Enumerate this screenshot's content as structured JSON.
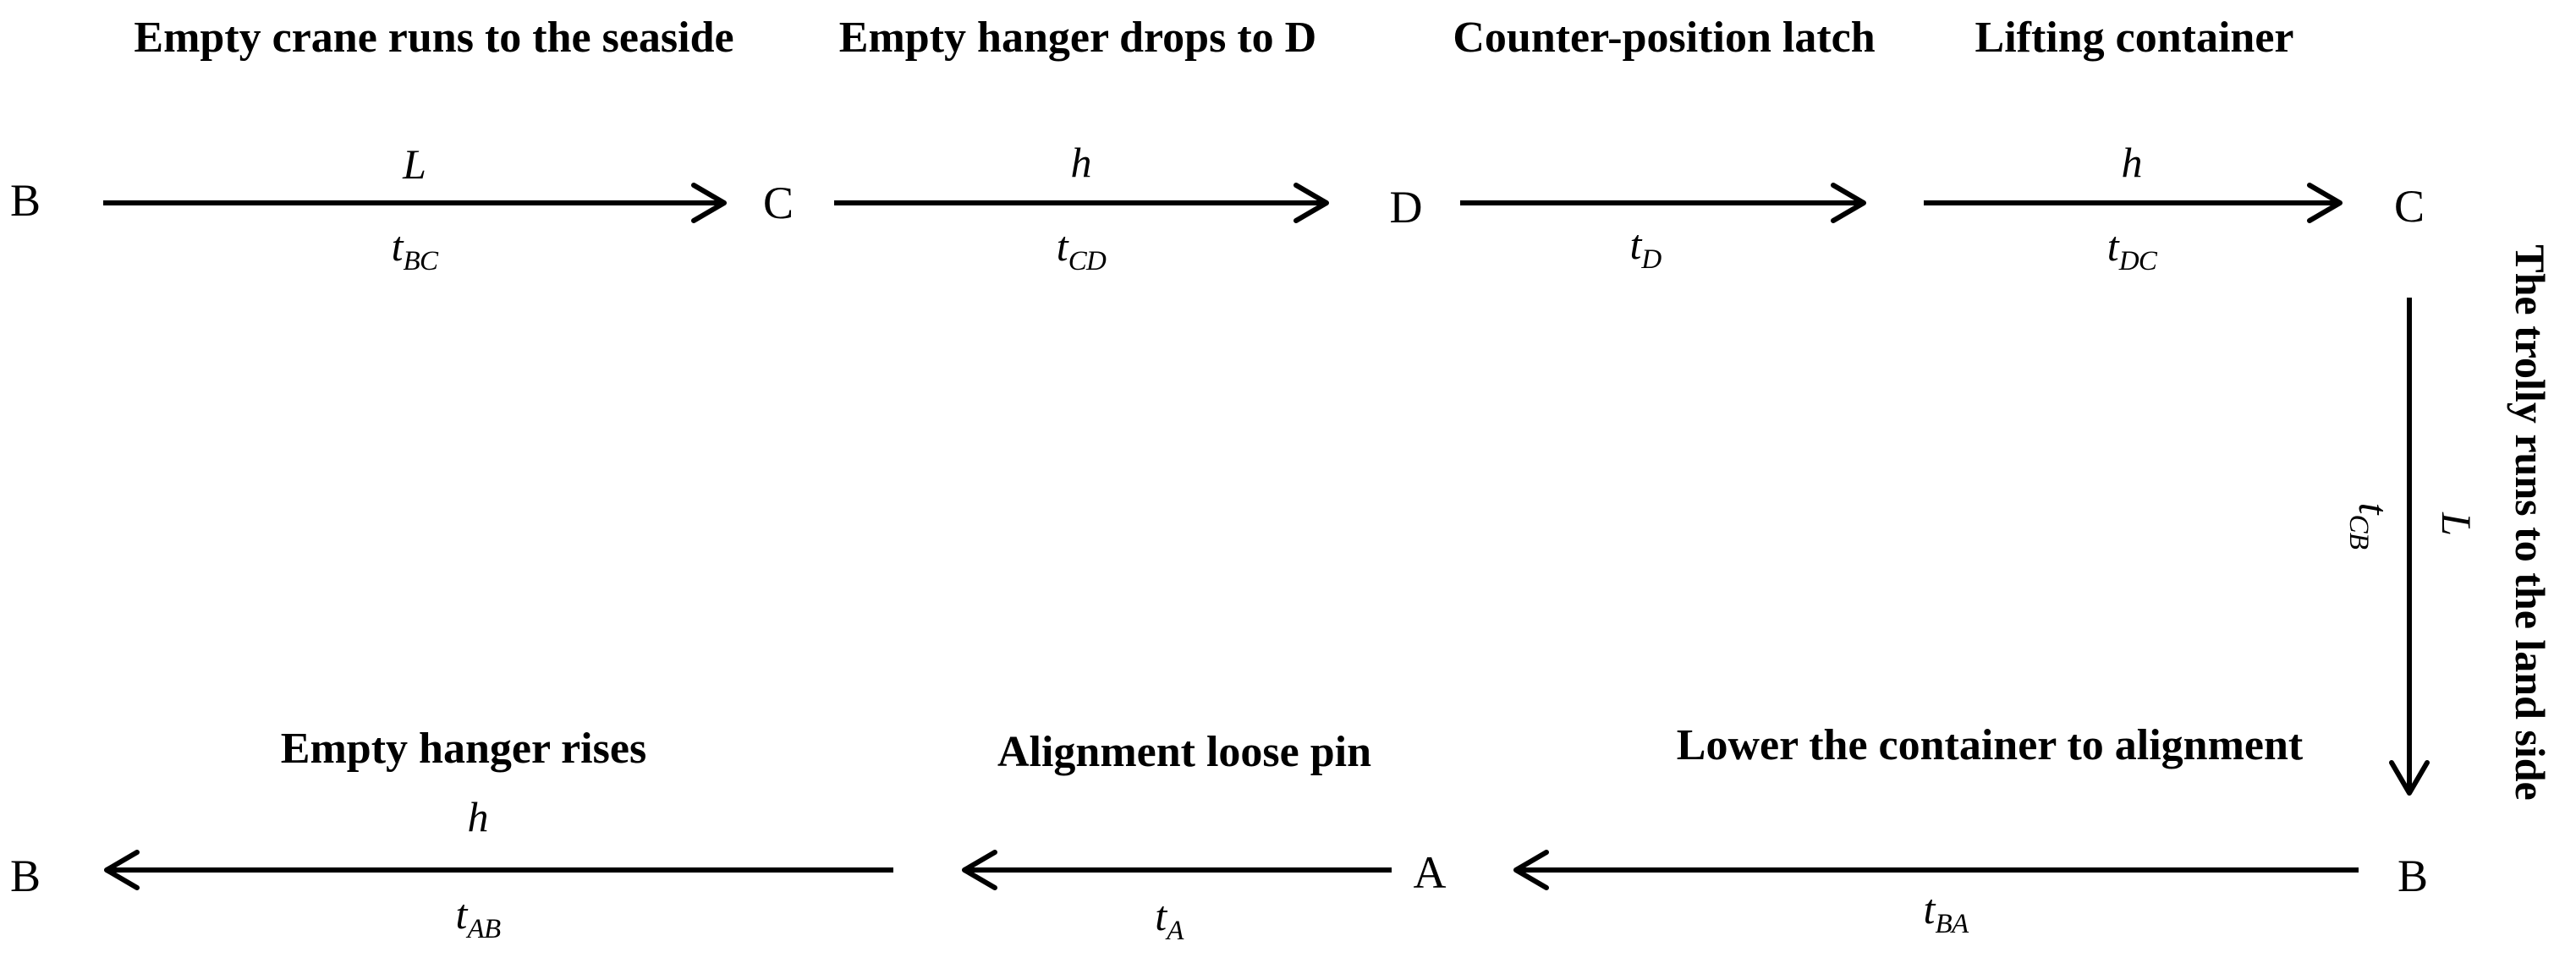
{
  "colors": {
    "background": "#ffffff",
    "ink": "#000000"
  },
  "stage_titles": {
    "top": {
      "empty_crane_runs": "Empty crane runs to the seaside",
      "empty_hanger_drops": "Empty hanger drops to D",
      "counter_position_latch": "Counter-position latch",
      "lifting_container": "Lifting container"
    },
    "bottom": {
      "empty_hanger_rises": "Empty hanger rises",
      "alignment_loose_pin": "Alignment loose pin",
      "lower_container": "Lower the container to alignment"
    }
  },
  "nodes": {
    "top_left_b": "B",
    "top_mid_c": "C",
    "top_d": "D",
    "top_right_c": "C",
    "bottom_right_b": "B",
    "bottom_a": "A",
    "bottom_left_b": "B"
  },
  "edge_labels": {
    "b_to_c": {
      "distance": "L",
      "time_base": "t",
      "time_sub": "BC"
    },
    "c_to_d": {
      "distance": "h",
      "time_base": "t",
      "time_sub": "CD"
    },
    "latch_at_d": {
      "time_base": "t",
      "time_sub": "D"
    },
    "d_to_c": {
      "distance": "h",
      "time_base": "t",
      "time_sub": "DC"
    },
    "c_to_b": {
      "distance": "L",
      "time_base": "t",
      "time_sub": "CB"
    },
    "b_to_a": {
      "time_base": "t",
      "time_sub": "BA"
    },
    "pin_at_a": {
      "time_base": "t",
      "time_sub": "A"
    },
    "a_to_b": {
      "distance": "h",
      "time_base": "t",
      "time_sub": "AB"
    }
  },
  "side_note": "The trolly runs to the land side"
}
